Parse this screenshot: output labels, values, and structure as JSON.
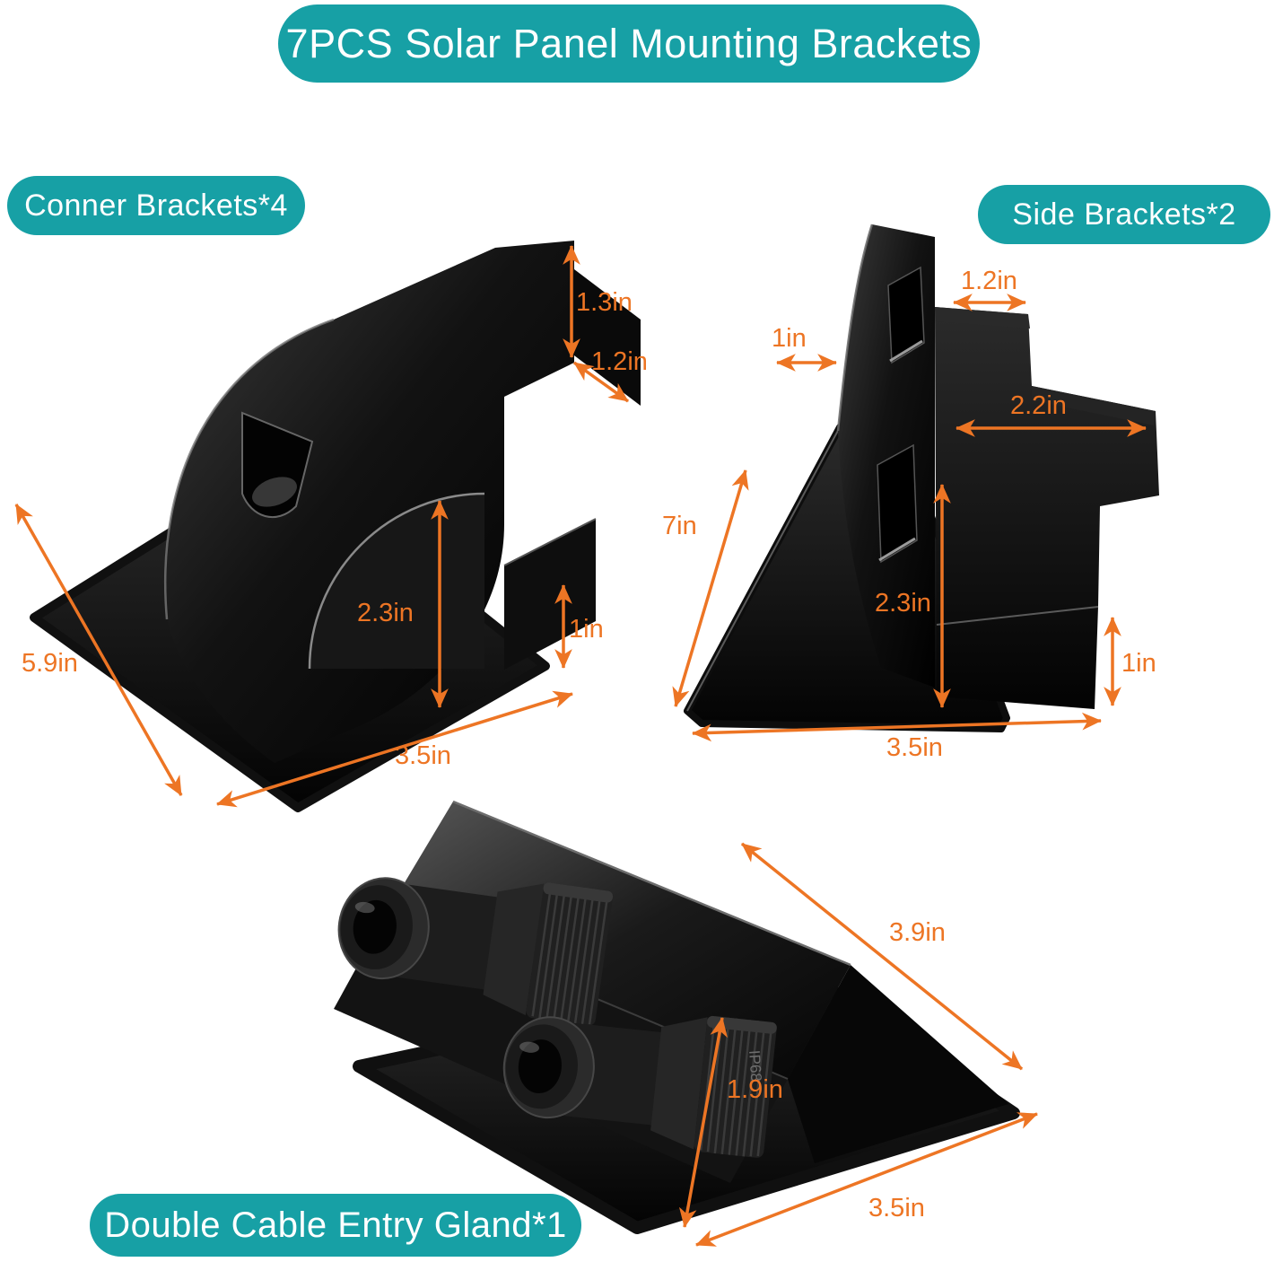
{
  "banner": {
    "title": "7PCS Solar Panel Mounting Brackets"
  },
  "labels": {
    "corner": "Conner Brackets*4",
    "side": "Side Brackets*2",
    "gland": "Double Cable Entry Gland*1"
  },
  "colors": {
    "teal": "#17A0A5",
    "orange": "#ED7524",
    "background": "#FFFFFF",
    "product": "#0B0B0B"
  },
  "dimensions": {
    "corner_bracket": {
      "wall_height": "1.3in",
      "arm_depth": "1.2in",
      "body_height": "2.3in",
      "foot_height": "1in",
      "base_length": "5.9in",
      "base_width": "3.5in"
    },
    "side_bracket": {
      "slot_inset": "1in",
      "top_step_width": "1.2in",
      "arm_length": "2.2in",
      "base_length": "7in",
      "body_height": "2.3in",
      "foot_height": "1in",
      "base_width": "3.5in"
    },
    "cable_gland": {
      "length": "3.9in",
      "height": "1.9in",
      "width": "3.5in",
      "marking": "IP68"
    }
  }
}
